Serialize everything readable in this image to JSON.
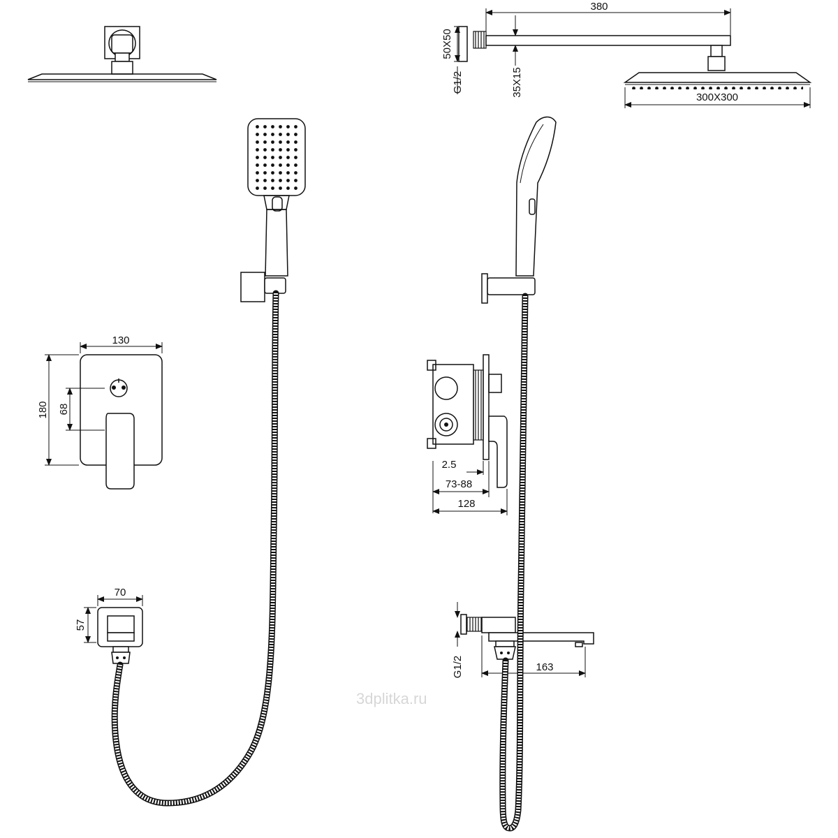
{
  "dimensions": {
    "arm_length": "380",
    "arm_section": "50X50",
    "arm_thread": "G1/2",
    "arm_flange": "35X15",
    "head_size": "300X300",
    "plate_width": "130",
    "plate_height": "180",
    "plate_center": "68",
    "wall_gap": "2.5",
    "depth_range": "73-88",
    "box_depth": "128",
    "outlet_width": "70",
    "outlet_height": "57",
    "spout_thread": "G1/2",
    "spout_length": "163"
  },
  "watermark": "3dplitka.ru"
}
